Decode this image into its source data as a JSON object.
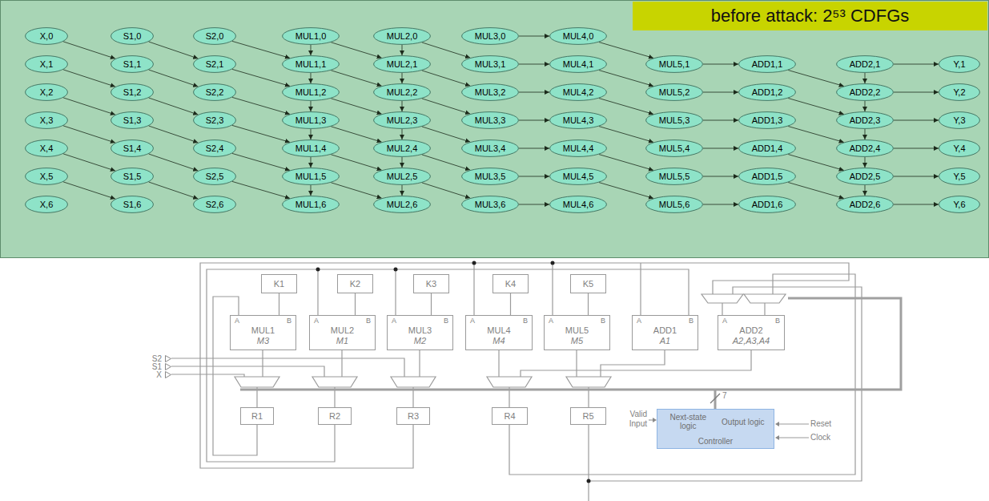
{
  "diagram": {
    "nodes": [
      {
        "text": [
          "X,0"
        ]
      },
      {
        "text": [
          "S1,0"
        ]
      },
      {
        "text": [
          "S2,0"
        ]
      },
      {
        "text": [
          "MUL1,0"
        ]
      },
      {
        "text": [
          "MUL2,0"
        ]
      },
      {
        "text": [
          "MUL3,0"
        ]
      },
      {
        "text": [
          "MUL4,0"
        ]
      },
      {
        "text": [
          "before attack: 2⁵³ CDFGs"
        ]
      },
      {
        "text": [
          "X,1"
        ]
      },
      {
        "text": [
          "S1,1"
        ]
      },
      {
        "text": [
          "S2,1"
        ]
      },
      {
        "text": [
          "MUL1,1"
        ]
      },
      {
        "text": [
          "MUL2,1"
        ]
      },
      {
        "text": [
          "MUL3,1"
        ]
      },
      {
        "text": [
          "MUL4,1"
        ]
      },
      {
        "text": [
          "MUL5,1"
        ]
      },
      {
        "text": [
          "ADD1,1"
        ]
      },
      {
        "text": [
          "ADD2,1"
        ]
      },
      {
        "text": [
          "Y,1"
        ]
      },
      {
        "text": [
          "X,2"
        ]
      },
      {
        "text": [
          "S1,2"
        ]
      },
      {
        "text": [
          "S2,2"
        ]
      },
      {
        "text": [
          "MUL1,2"
        ]
      },
      {
        "text": [
          "MUL2,2"
        ]
      },
      {
        "text": [
          "MUL3,2"
        ]
      },
      {
        "text": [
          "MUL4,2"
        ]
      },
      {
        "text": [
          "MUL5,2"
        ]
      },
      {
        "text": [
          "ADD1,2"
        ]
      },
      {
        "text": [
          "ADD2,2"
        ]
      },
      {
        "text": [
          "Y,2"
        ]
      },
      {
        "text": [
          "X,3"
        ]
      },
      {
        "text": [
          "S1,3"
        ]
      },
      {
        "text": [
          "S2,3"
        ]
      },
      {
        "text": [
          "MUL1,3"
        ]
      },
      {
        "text": [
          "MUL2,3"
        ]
      },
      {
        "text": [
          "MUL3,3"
        ]
      },
      {
        "text": [
          "MUL4,3"
        ]
      },
      {
        "text": [
          "MUL5,3"
        ]
      },
      {
        "text": [
          "ADD1,3"
        ]
      },
      {
        "text": [
          "ADD2,3"
        ]
      },
      {
        "text": [
          "Y,3"
        ]
      },
      {
        "text": [
          "X,4"
        ]
      },
      {
        "text": [
          "S1,4"
        ]
      },
      {
        "text": [
          "S2,4"
        ]
      },
      {
        "text": [
          "MUL1,4"
        ]
      },
      {
        "text": [
          "MUL2,4"
        ]
      },
      {
        "text": [
          "MUL3,4"
        ]
      },
      {
        "text": [
          "MUL4,4"
        ]
      },
      {
        "text": [
          "MUL5,4"
        ]
      },
      {
        "text": [
          "ADD1,4"
        ]
      },
      {
        "text": [
          "ADD2,4"
        ]
      },
      {
        "text": [
          "Y,4"
        ]
      },
      {
        "text": [
          "X,5"
        ]
      },
      {
        "text": [
          "S1,5"
        ]
      },
      {
        "text": [
          "S2,5"
        ]
      },
      {
        "text": [
          "MUL1,5"
        ]
      },
      {
        "text": [
          "MUL2,5"
        ]
      },
      {
        "text": [
          "MUL3,5"
        ]
      },
      {
        "text": [
          "MUL4,5"
        ]
      },
      {
        "text": [
          "MUL5,5"
        ]
      },
      {
        "text": [
          "ADD1,5"
        ]
      },
      {
        "text": [
          "ADD2,5"
        ]
      },
      {
        "text": [
          "Y,5"
        ]
      },
      {
        "text": [
          "X,6"
        ]
      },
      {
        "text": [
          "S1,6"
        ]
      },
      {
        "text": [
          "S2,6"
        ]
      },
      {
        "text": [
          "MUL1,6"
        ]
      },
      {
        "text": [
          "MUL2,6"
        ]
      },
      {
        "text": [
          "MUL3,6"
        ]
      },
      {
        "text": [
          "MUL4,6"
        ]
      },
      {
        "text": [
          "MUL5,6"
        ]
      },
      {
        "text": [
          "ADD1,6"
        ]
      },
      {
        "text": [
          "ADD2,6"
        ]
      },
      {
        "text": [
          "Y,6"
        ]
      },
      {
        "text": [
          "K1"
        ]
      },
      {
        "text": [
          "K2"
        ]
      },
      {
        "text": [
          "K3"
        ]
      },
      {
        "text": [
          "K4"
        ]
      },
      {
        "text": [
          "K5"
        ]
      },
      {
        "text": [
          "A",
          "B",
          "MUL1",
          "M3"
        ]
      },
      {
        "text": [
          "A",
          "B",
          "MUL2",
          "M1"
        ]
      },
      {
        "text": [
          "A",
          "B",
          "MUL3",
          "M2"
        ]
      },
      {
        "text": [
          "A",
          "B",
          "MUL4",
          "M4"
        ]
      },
      {
        "text": [
          "A",
          "B",
          "MUL5",
          "M5"
        ]
      },
      {
        "text": [
          "A",
          "B",
          "ADD1",
          "A1"
        ]
      },
      {
        "text": [
          "A",
          "B",
          "ADD2",
          "A2,A3,A4"
        ]
      },
      {
        "text": [
          "S2"
        ]
      },
      {
        "text": [
          "S1"
        ]
      },
      {
        "text": [
          "X"
        ]
      },
      {
        "text": [
          "R1"
        ]
      },
      {
        "text": [
          "R2"
        ]
      },
      {
        "text": [
          "R3"
        ]
      },
      {
        "text": [
          "R4"
        ]
      },
      {
        "text": [
          "R5"
        ]
      },
      {
        "text": [
          "Next-state logic",
          "Output logic",
          "Controller"
        ]
      }
    ],
    "edges": [
      {
        "from": 3,
        "to": 11,
        "arrow": "to"
      },
      {
        "from": 11,
        "to": 22,
        "arrow": "to"
      },
      {
        "from": 22,
        "to": 33,
        "arrow": "to"
      },
      {
        "from": 33,
        "to": 44,
        "arrow": "to"
      },
      {
        "from": 44,
        "to": 55,
        "arrow": "to"
      },
      {
        "from": 55,
        "to": 66,
        "arrow": "to"
      },
      {
        "from": 4,
        "to": 12,
        "arrow": "to"
      },
      {
        "from": 12,
        "to": 23,
        "arrow": "to"
      },
      {
        "from": 23,
        "to": 34,
        "arrow": "to"
      },
      {
        "from": 34,
        "to": 45,
        "arrow": "to"
      },
      {
        "from": 45,
        "to": 56,
        "arrow": "to"
      },
      {
        "from": 56,
        "to": 67,
        "arrow": "to"
      },
      {
        "from": 17,
        "to": 28,
        "arrow": "to"
      },
      {
        "from": 28,
        "to": 39,
        "arrow": "to"
      },
      {
        "from": 39,
        "to": 50,
        "arrow": "to"
      },
      {
        "from": 50,
        "to": 61,
        "arrow": "to"
      },
      {
        "from": 61,
        "to": 72,
        "arrow": "to"
      },
      {
        "from": 0,
        "to": 9,
        "arrow": "to"
      },
      {
        "from": 8,
        "to": 20,
        "arrow": "to"
      },
      {
        "from": 19,
        "to": 31,
        "arrow": "to"
      },
      {
        "from": 30,
        "to": 42,
        "arrow": "to"
      },
      {
        "from": 41,
        "to": 53,
        "arrow": "to"
      },
      {
        "from": 52,
        "to": 64,
        "arrow": "to"
      },
      {
        "from": 1,
        "to": 10,
        "arrow": "to"
      },
      {
        "from": 9,
        "to": 21,
        "arrow": "to"
      },
      {
        "from": 20,
        "to": 32,
        "arrow": "to"
      },
      {
        "from": 31,
        "to": 43,
        "arrow": "to"
      },
      {
        "from": 42,
        "to": 54,
        "arrow": "to"
      },
      {
        "from": 53,
        "to": 65,
        "arrow": "to"
      },
      {
        "from": 2,
        "to": 11,
        "arrow": "to"
      },
      {
        "from": 10,
        "to": 22,
        "arrow": "to"
      },
      {
        "from": 21,
        "to": 33,
        "arrow": "to"
      },
      {
        "from": 32,
        "to": 44,
        "arrow": "to"
      },
      {
        "from": 43,
        "to": 55,
        "arrow": "to"
      },
      {
        "from": 54,
        "to": 66,
        "arrow": "to"
      },
      {
        "from": 3,
        "to": 12,
        "arrow": "to"
      },
      {
        "from": 11,
        "to": 23,
        "arrow": "to"
      },
      {
        "from": 22,
        "to": 34,
        "arrow": "to"
      },
      {
        "from": 33,
        "to": 45,
        "arrow": "to"
      },
      {
        "from": 44,
        "to": 56,
        "arrow": "to"
      },
      {
        "from": 55,
        "to": 67,
        "arrow": "to"
      },
      {
        "from": 4,
        "to": 13,
        "arrow": "to"
      },
      {
        "from": 12,
        "to": 24,
        "arrow": "to"
      },
      {
        "from": 23,
        "to": 35,
        "arrow": "to"
      },
      {
        "from": 34,
        "to": 46,
        "arrow": "to"
      },
      {
        "from": 45,
        "to": 57,
        "arrow": "to"
      },
      {
        "from": 56,
        "to": 68,
        "arrow": "to"
      },
      {
        "from": 5,
        "to": 6,
        "arrow": "to"
      },
      {
        "from": 13,
        "to": 14,
        "arrow": "to"
      },
      {
        "from": 24,
        "to": 25,
        "arrow": "to"
      },
      {
        "from": 35,
        "to": 36,
        "arrow": "to"
      },
      {
        "from": 46,
        "to": 47,
        "arrow": "to"
      },
      {
        "from": 57,
        "to": 58,
        "arrow": "to"
      },
      {
        "from": 68,
        "to": 69,
        "arrow": "to"
      },
      {
        "from": 6,
        "to": 15,
        "arrow": "to"
      },
      {
        "from": 14,
        "to": 26,
        "arrow": "to"
      },
      {
        "from": 25,
        "to": 37,
        "arrow": "to"
      },
      {
        "from": 36,
        "to": 48,
        "arrow": "to"
      },
      {
        "from": 47,
        "to": 59,
        "arrow": "to"
      },
      {
        "from": 58,
        "to": 70,
        "arrow": "to"
      },
      {
        "from": 15,
        "to": 16,
        "arrow": "to"
      },
      {
        "from": 26,
        "to": 27,
        "arrow": "to"
      },
      {
        "from": 37,
        "to": 38,
        "arrow": "to"
      },
      {
        "from": 48,
        "to": 49,
        "arrow": "to"
      },
      {
        "from": 59,
        "to": 60,
        "arrow": "to"
      },
      {
        "from": 70,
        "to": 71,
        "arrow": "to"
      },
      {
        "from": 16,
        "to": 28,
        "arrow": "to"
      },
      {
        "from": 27,
        "to": 39,
        "arrow": "to"
      },
      {
        "from": 38,
        "to": 50,
        "arrow": "to"
      },
      {
        "from": 49,
        "to": 61,
        "arrow": "to"
      },
      {
        "from": 60,
        "to": 72,
        "arrow": "to"
      },
      {
        "from": 17,
        "to": 18,
        "arrow": "to"
      },
      {
        "from": 28,
        "to": 29,
        "arrow": "to"
      },
      {
        "from": 39,
        "to": 40,
        "arrow": "to"
      },
      {
        "from": 50,
        "to": 51,
        "arrow": "to"
      },
      {
        "from": 61,
        "to": 62,
        "arrow": "to"
      },
      {
        "from": 72,
        "to": 73,
        "arrow": "to"
      },
      {
        "from": 74,
        "to": 79,
        "arrow": "none"
      },
      {
        "from": 75,
        "to": 80,
        "arrow": "none"
      },
      {
        "from": 76,
        "to": 81,
        "arrow": "none"
      },
      {
        "from": 77,
        "to": 82,
        "arrow": "none"
      },
      {
        "from": 78,
        "to": 83,
        "arrow": "none"
      }
    ],
    "labels": [
      "7",
      "Valid Input",
      "Reset",
      "Clock"
    ]
  }
}
